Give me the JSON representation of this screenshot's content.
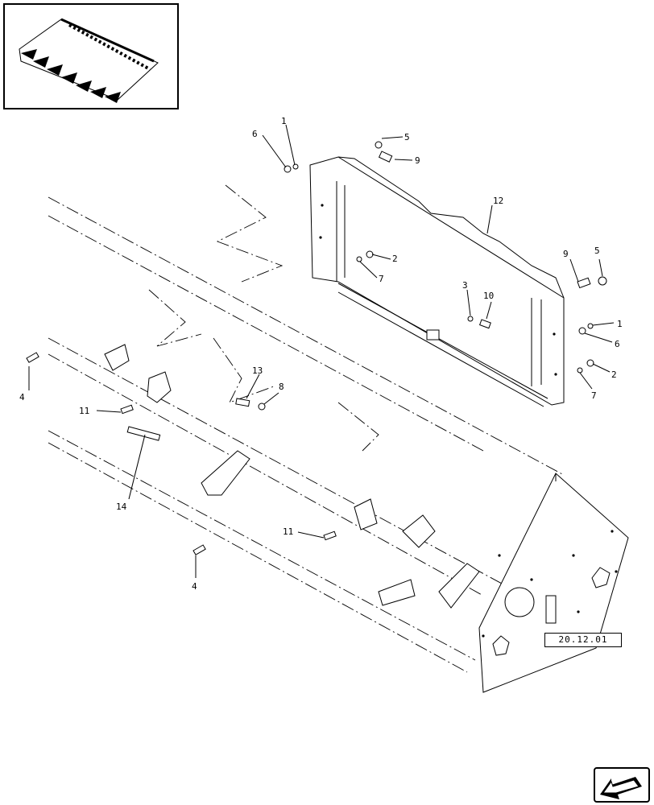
{
  "reference_label": "20.12.01",
  "callouts": {
    "c1_top": "1",
    "c6_top": "6",
    "c5_top": "5",
    "c9_top": "9",
    "c12": "12",
    "c2_mid": "2",
    "c7_mid": "7",
    "c9_right": "9",
    "c5_right": "5",
    "c3": "3",
    "c10": "10",
    "c1_right": "1",
    "c6_right": "6",
    "c2_right": "2",
    "c7_right": "7",
    "c4_left": "4",
    "c13": "13",
    "c8": "8",
    "c11_left": "11",
    "c14": "14",
    "c11_mid": "11",
    "c4_bottom": "4"
  }
}
